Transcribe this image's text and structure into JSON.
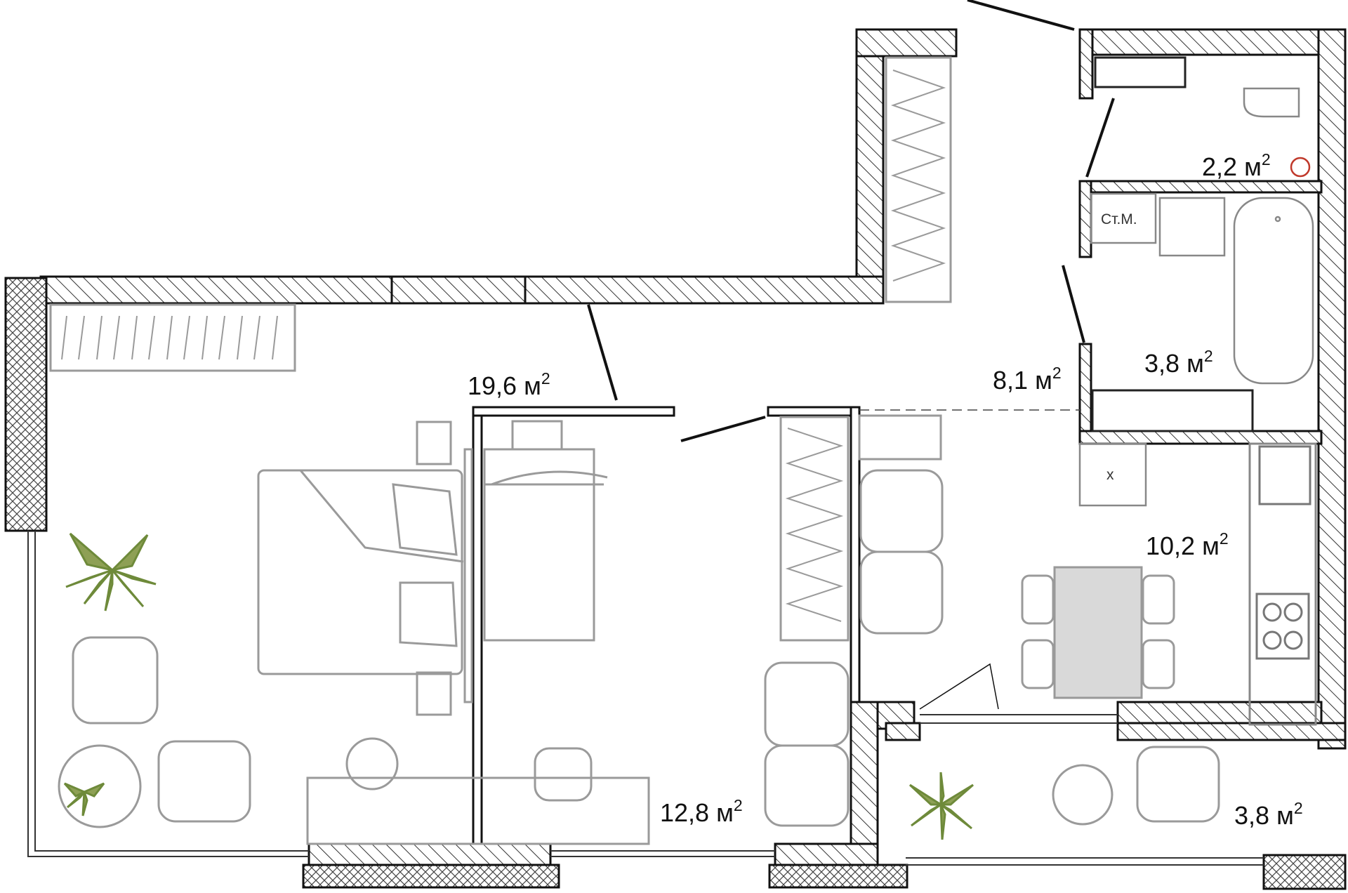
{
  "rooms": [
    {
      "id": "living",
      "value": "19,6",
      "unit": "м"
    },
    {
      "id": "bedroom",
      "value": "12,8",
      "unit": "м"
    },
    {
      "id": "hall",
      "value": "8,1",
      "unit": "м"
    },
    {
      "id": "bath",
      "value": "3,8",
      "unit": "м"
    },
    {
      "id": "wc",
      "value": "2,2",
      "unit": "м"
    },
    {
      "id": "kitchen",
      "value": "10,2",
      "unit": "м"
    },
    {
      "id": "balcony",
      "value": "3,8",
      "unit": "м"
    }
  ],
  "superscript": "2",
  "fixtures": {
    "washing_machine": "Ст.М.",
    "fridge_mark": "x"
  },
  "colors": {
    "wall": "#111111",
    "hatch": "#2a2a2a",
    "furniture": "#9a9a9a",
    "table": "#d9d9d9",
    "plant": "#6e8a3a",
    "riser": "#c0392b"
  }
}
